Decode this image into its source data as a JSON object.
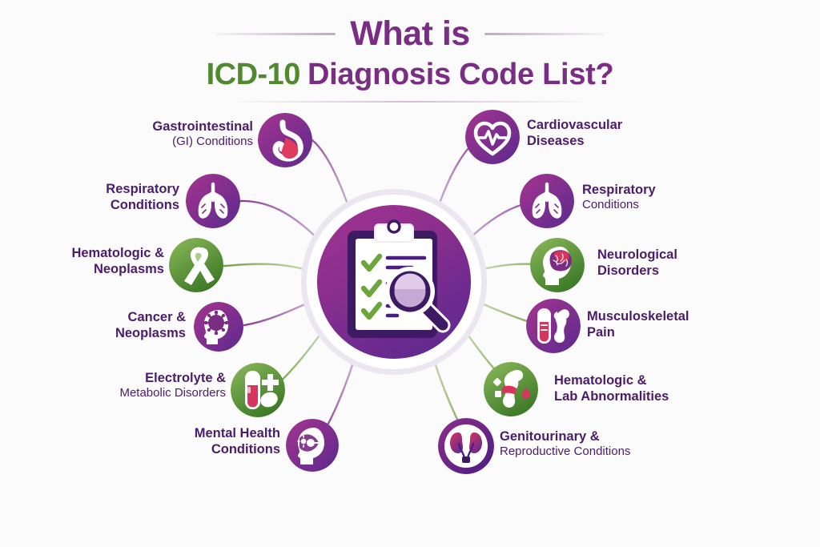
{
  "background_color": "#fbfbfb",
  "colors": {
    "purple": "#7A2E83",
    "deep_purple": "#4B1C69",
    "green": "#4F8A2F",
    "crimson": "#D6355E",
    "hub_gradient_start": "#a13394",
    "hub_gradient_end": "#5b2a8e"
  },
  "title": {
    "line1": "What is",
    "line2_highlight": "ICD-10",
    "line2_rest": "Diagnosis Code List?"
  },
  "center": {
    "icon": "clipboard-checklist-magnifier-icon",
    "checkmark_count": 3
  },
  "nodes": [
    {
      "id": "gastrointestinal",
      "icon": "stomach-icon",
      "side": "left",
      "circle_style": "purple",
      "label_line1": "Gastrointestinal",
      "label_line2": "(GI) Conditions",
      "line1_weight": "bold",
      "line2_weight": "normal"
    },
    {
      "id": "respiratory-left",
      "icon": "lungs-icon",
      "side": "left",
      "circle_style": "purple",
      "label_line1": "Respiratory",
      "label_line2": "Conditions",
      "line1_weight": "bold",
      "line2_weight": "bold"
    },
    {
      "id": "hematologic-neoplasms",
      "icon": "awareness-ribbon-icon",
      "side": "left",
      "circle_style": "green",
      "label_line1": "Hematologic &",
      "label_line2": "Neoplasms",
      "line1_weight": "bold",
      "line2_weight": "bold"
    },
    {
      "id": "cancer-neoplasms",
      "icon": "head-virus-icon",
      "side": "left",
      "circle_style": "purple",
      "label_line1": "Cancer &",
      "label_line2": "Neoplasms",
      "line1_weight": "bold",
      "line2_weight": "bold"
    },
    {
      "id": "electrolyte-metabolic",
      "icon": "test-tube-pill-plus-icon",
      "side": "left",
      "circle_style": "green",
      "label_line1": "Electrolyte &",
      "label_line2": "Metabolic Disorders",
      "line1_weight": "bold",
      "line2_weight": "normal"
    },
    {
      "id": "mental-health",
      "icon": "head-gear-mind-icon",
      "side": "left",
      "circle_style": "purple",
      "label_line1": "Mental Health",
      "label_line2": "Conditions",
      "line1_weight": "bold",
      "line2_weight": "bold"
    },
    {
      "id": "cardiovascular",
      "icon": "heart-pulse-icon",
      "side": "right",
      "circle_style": "purple",
      "label_line1": "Cardiovascular",
      "label_line2": "Diseases",
      "line1_weight": "bold",
      "line2_weight": "bold"
    },
    {
      "id": "respiratory-right",
      "icon": "lungs-icon",
      "side": "right",
      "circle_style": "purple",
      "label_line1": "Respiratory",
      "label_line2": "Conditions",
      "line1_weight": "bold",
      "line2_weight": "normal"
    },
    {
      "id": "neurological",
      "icon": "head-brain-icon",
      "side": "right",
      "circle_style": "green",
      "label_line1": "Neurological",
      "label_line2": "Disorders",
      "line1_weight": "bold",
      "line2_weight": "bold"
    },
    {
      "id": "musculoskeletal",
      "icon": "test-tube-bone-icon",
      "side": "right",
      "circle_style": "purple",
      "label_line1": "Musculoskeletal",
      "label_line2": "Pain",
      "line1_weight": "bold",
      "line2_weight": "bold"
    },
    {
      "id": "hematologic-lab",
      "icon": "bone-blood-drop-icon",
      "side": "right",
      "circle_style": "green",
      "label_line1": "Hematologic &",
      "label_line2": "Lab Abnormalities",
      "line1_weight": "bold",
      "line2_weight": "bold"
    },
    {
      "id": "genitourinary",
      "icon": "kidneys-icon",
      "side": "right",
      "circle_style": "purple-ring",
      "label_line1": "Genitourinary &",
      "label_line2": "Reproductive Conditions",
      "line1_weight": "bold",
      "line2_weight": "normal"
    }
  ]
}
